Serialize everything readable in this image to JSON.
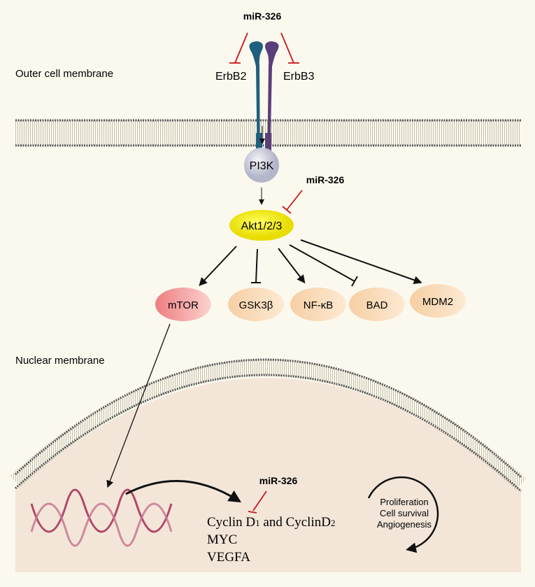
{
  "title": "miR-326 regulation of ErbB2/ErbB3-PI3K-Akt signaling",
  "labels": {
    "outer_membrane": "Outer cell membrane",
    "nuclear_membrane": "Nuclear membrane",
    "mir_top": "miR-326",
    "mir_akt": "miR-326",
    "mir_nucleus": "miR-326",
    "erbb2": "ErbB2",
    "erbb3": "ErbB3"
  },
  "nodes": {
    "pi3k": "PI3K",
    "akt": "Akt1/2/3",
    "mtor": "mTOR",
    "gsk3b": "GSK3β",
    "nfkb": "NF-κB",
    "bad": "BAD",
    "mdm2": "MDM2"
  },
  "targets": {
    "cyclin_a": "Cyclin D",
    "cyclin_sub1": "1",
    "cyclin_mid": " and CyclinD",
    "cyclin_sub2": "2",
    "myc": "MYC",
    "vegfa": "VEGFA"
  },
  "outcomes": [
    "Proliferation",
    "Cell survival",
    "Angiogenesis"
  ],
  "colors": {
    "background": "#fbf9ee",
    "nucleus": "#f3e6d9",
    "inhibition": "#c8161d",
    "akt": "#f2ea00",
    "mtor": "#f08c8c",
    "effector": "#f8d9b5",
    "pi3k": "#c9cad8",
    "erbb2": "#1f5f7e",
    "erbb3": "#5a3f7a",
    "dna": "#a8355a"
  }
}
